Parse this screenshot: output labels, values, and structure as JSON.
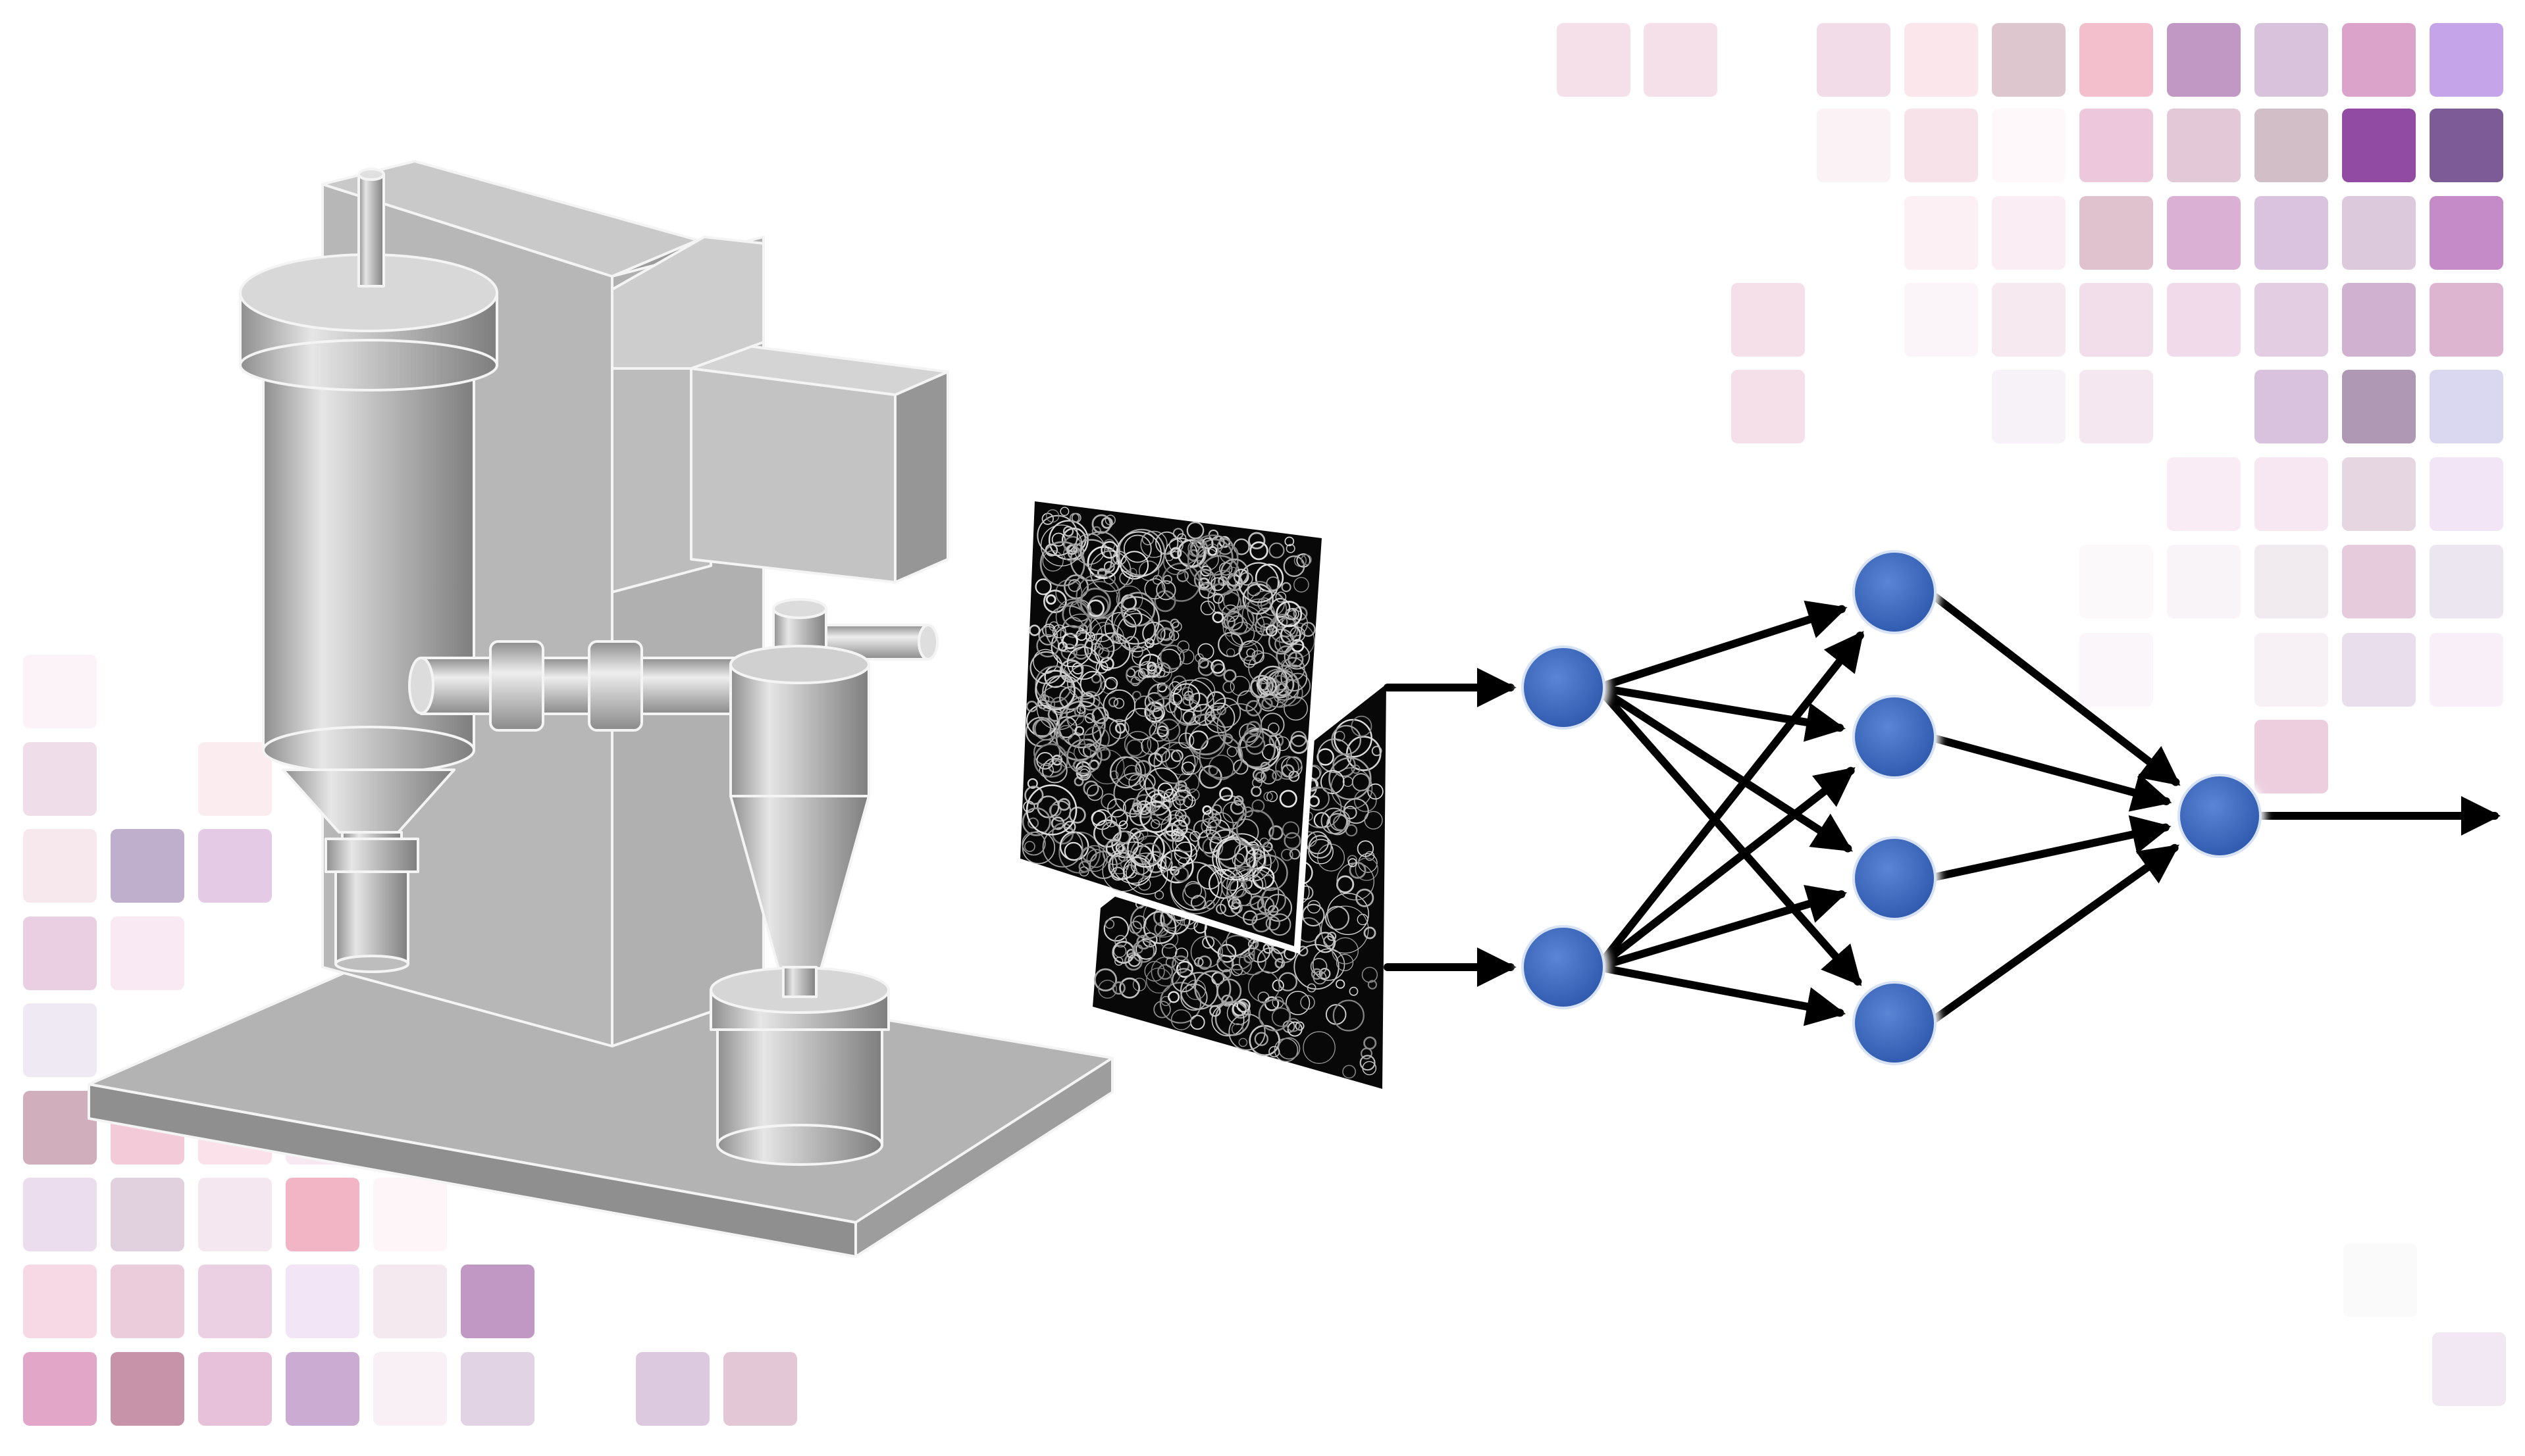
{
  "figure": {
    "components": [
      {
        "id": "spray-dryer",
        "kind": "equipment-illustration",
        "icon": "spray-dryer-icon"
      },
      {
        "id": "particle-micrographs",
        "kind": "image-stack",
        "count": 2,
        "icon": "sem-micrograph-icon"
      },
      {
        "id": "neural-network",
        "kind": "network-diagram",
        "icon": "neural-network-icon"
      },
      {
        "id": "decorative-mosaics",
        "kind": "background",
        "icon": "color-swatch-icon"
      }
    ],
    "network": {
      "layers": [
        2,
        4,
        1
      ],
      "node_color": "#3f6cc4",
      "edge_color": "#000000",
      "output_arrow": true
    },
    "palette": {
      "equipment_gray": "#a8a8a8",
      "micrograph_bg": "#080808",
      "swatch_accent": "#b77cb7"
    }
  }
}
